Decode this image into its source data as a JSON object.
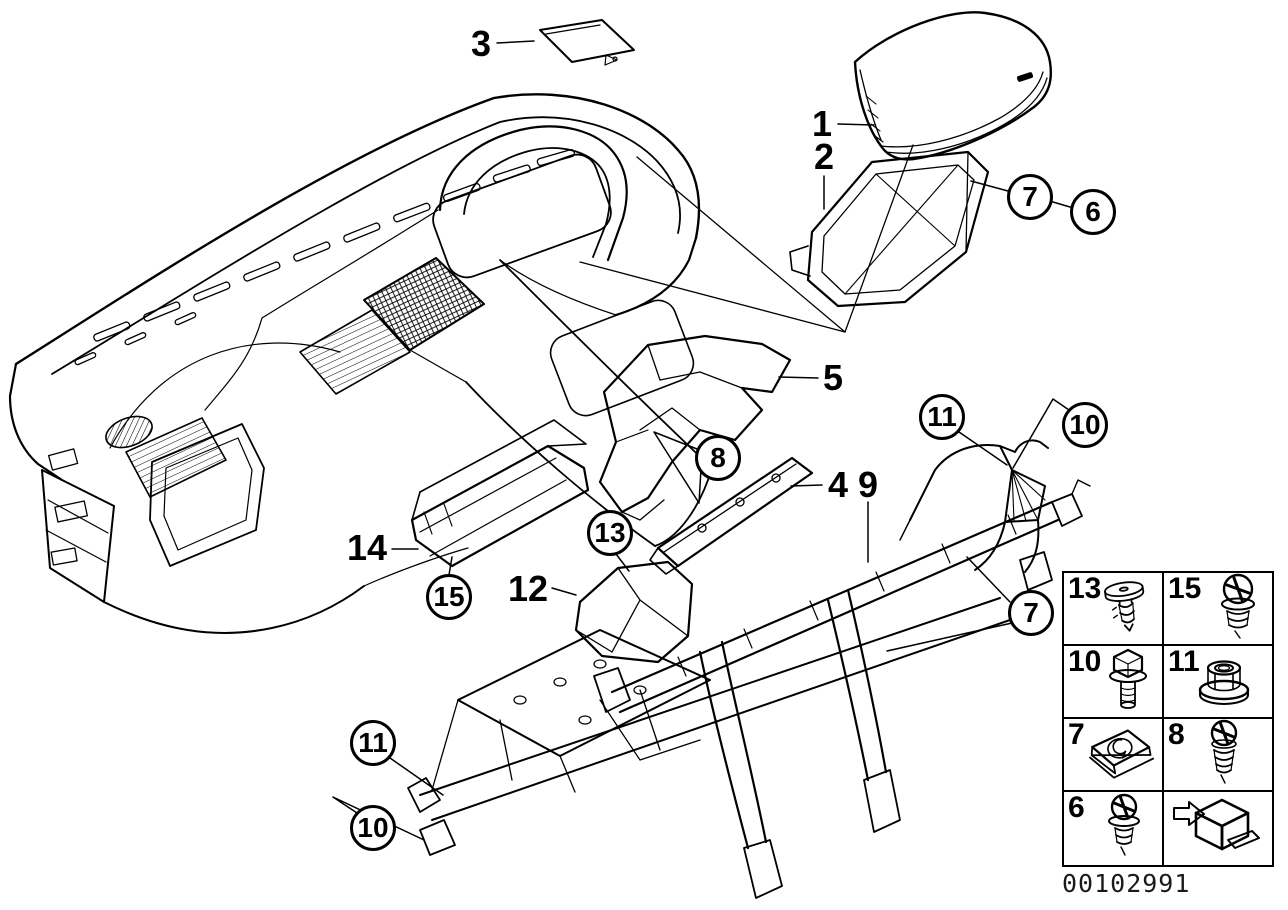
{
  "diagram": {
    "type": "exploded-parts-diagram",
    "subject": "dashboard trim panel and carrier",
    "image_id": "00102991",
    "colors": {
      "background": "#ffffff",
      "line": "#000000"
    },
    "callouts": {
      "plain": [
        {
          "label": "1"
        },
        {
          "label": "2"
        },
        {
          "label": "3"
        },
        {
          "label": "5"
        },
        {
          "label": "4"
        },
        {
          "label": "9"
        },
        {
          "label": "12"
        },
        {
          "label": "14"
        }
      ],
      "circled": [
        {
          "label": "7"
        },
        {
          "label": "6"
        },
        {
          "label": "8"
        },
        {
          "label": "11"
        },
        {
          "label": "10"
        },
        {
          "label": "13"
        },
        {
          "label": "15"
        },
        {
          "label": "7"
        },
        {
          "label": "11"
        },
        {
          "label": "10"
        }
      ]
    },
    "legend": {
      "cells": [
        {
          "num": "13",
          "icon": "expansion-rivet-icon"
        },
        {
          "num": "15",
          "icon": "screw-washer-icon"
        },
        {
          "num": "10",
          "icon": "flange-bolt-icon"
        },
        {
          "num": "11",
          "icon": "flange-nut-icon"
        },
        {
          "num": "7",
          "icon": "clip-nut-icon"
        },
        {
          "num": "8",
          "icon": "tapping-screw-icon"
        },
        {
          "num": "6",
          "icon": "screw-washer-icon"
        },
        {
          "num": "",
          "icon": "box-arrow-icon"
        }
      ]
    }
  }
}
